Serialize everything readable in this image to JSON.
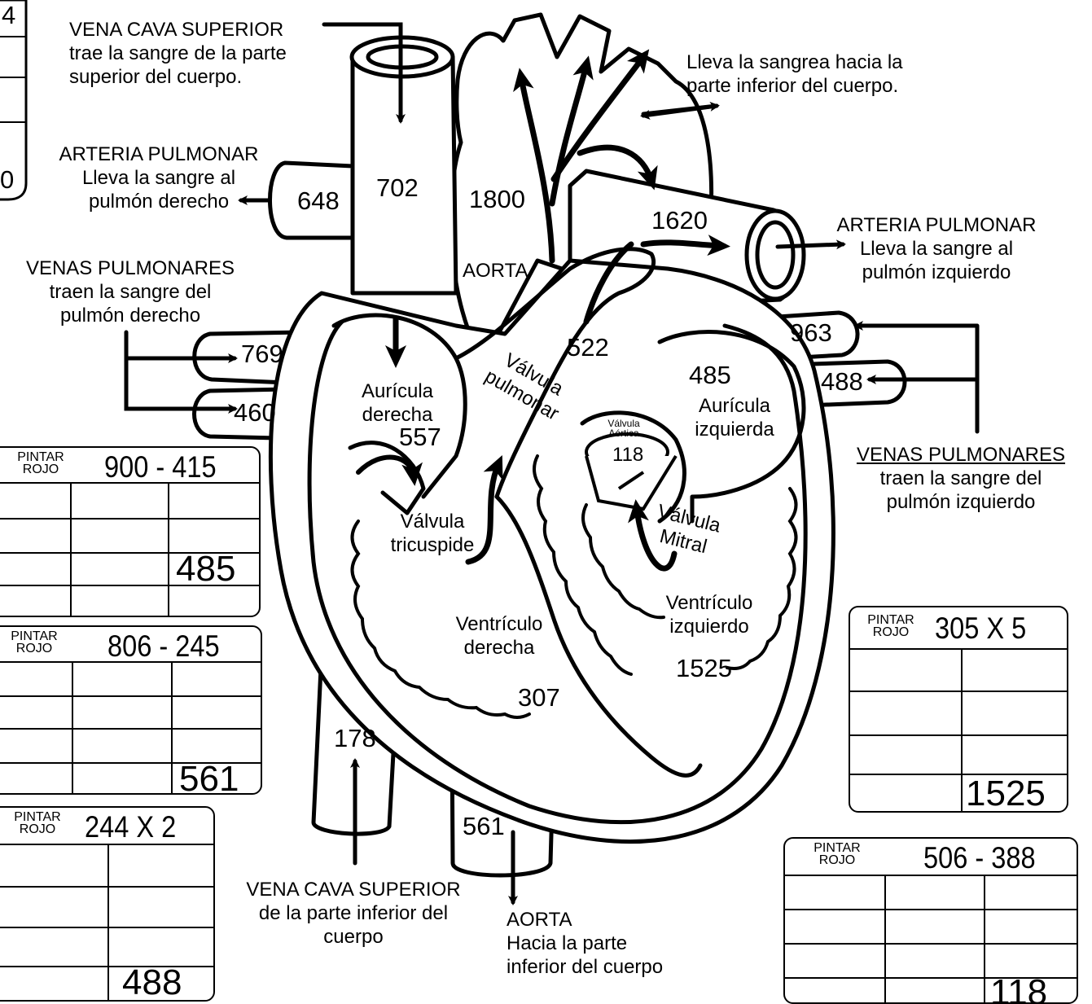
{
  "labels": {
    "svc_top": [
      "VENA CAVA SUPERIOR",
      "trae la sangre de la parte",
      "superior del cuerpo."
    ],
    "aorta_branches": [
      "Lleva la sangrea hacia la",
      "parte inferior del cuerpo."
    ],
    "pa_right": [
      "ARTERIA PULMONAR",
      "Lleva la sangre al",
      "pulmón derecho"
    ],
    "pa_left": [
      "ARTERIA PULMONAR",
      "Lleva la sangre al",
      "pulmón izquierdo"
    ],
    "pv_right": [
      "VENAS PULMONARES",
      "traen la sangre del",
      "pulmón derecho"
    ],
    "pv_left": [
      "VENAS PULMONARES",
      "traen la sangre del",
      "pulmón izquierdo"
    ],
    "ivc": [
      "VENA CAVA SUPERIOR",
      "de la parte inferior del",
      "cuerpo"
    ],
    "aorta_bottom": [
      "AORTA",
      "Hacia la parte",
      "inferior del cuerpo"
    ]
  },
  "parts": {
    "aorta": "AORTA",
    "right_atrium": [
      "Aurícula",
      "derecha"
    ],
    "left_atrium": [
      "Aurícula",
      "izquierda"
    ],
    "right_ventricle": [
      "Ventrículo",
      "derecha"
    ],
    "left_ventricle": [
      "Ventrículo",
      "izquierdo"
    ],
    "pulmonary_valve": [
      "Válvula",
      "pulmonar"
    ],
    "aortic_valve": [
      "Válvula",
      "Aórtica"
    ],
    "tricuspid_valve": [
      "Válvula",
      "tricuspide"
    ],
    "mitral_valve": [
      "Válvula",
      "Mitral"
    ]
  },
  "numbers": {
    "n648": "648",
    "n702": "702",
    "n1800": "1800",
    "n1620": "1620",
    "n769": "769",
    "n460": "460",
    "n522": "522",
    "n485": "485",
    "n963": "963",
    "n488": "488",
    "n557": "557",
    "n118": "118",
    "n307": "307",
    "n1525": "1525",
    "n178": "178",
    "n561": "561"
  },
  "partial_box": {
    "top": "4",
    "bottom": "0"
  },
  "boxes": [
    {
      "tag": [
        "PINTAR",
        "ROJO"
      ],
      "operation": "900 - 415",
      "answer": "485"
    },
    {
      "tag": [
        "PINTAR",
        "ROJO"
      ],
      "operation": "806 - 245",
      "answer": "561"
    },
    {
      "tag": [
        "PINTAR",
        "ROJO"
      ],
      "operation": "244 X 2",
      "answer": "488"
    },
    {
      "tag": [
        "PINTAR",
        "ROJO"
      ],
      "operation": "305 X 5",
      "answer": "1525"
    },
    {
      "tag": [
        "PINTAR",
        "ROJO"
      ],
      "operation": "506 - 388",
      "answer": "118"
    }
  ]
}
